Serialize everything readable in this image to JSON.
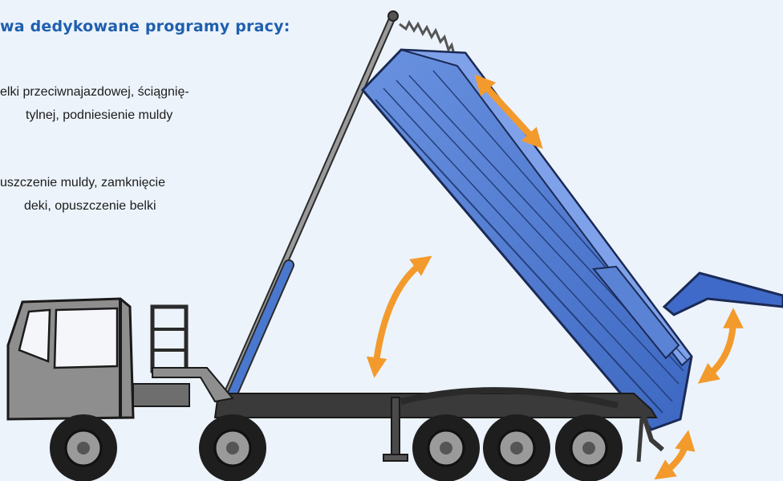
{
  "heading": "wa dedykowane programy pracy:",
  "paragraphs": [
    {
      "lines": [
        "elki przeciwnajazdowej, ściągnię-",
        "tylnej, podniesienie muldy"
      ]
    },
    {
      "lines": [
        "uszczenie muldy, zamknięcie",
        "deki, opuszczenie belki"
      ]
    }
  ],
  "colors": {
    "background": "#ecf3fb",
    "heading": "#1f5fae",
    "body_blue": "#4a78cf",
    "arrow_orange": "#f39a2c",
    "chassis_dark": "#3a3a3a",
    "cab_gray": "#8e8e8e"
  }
}
